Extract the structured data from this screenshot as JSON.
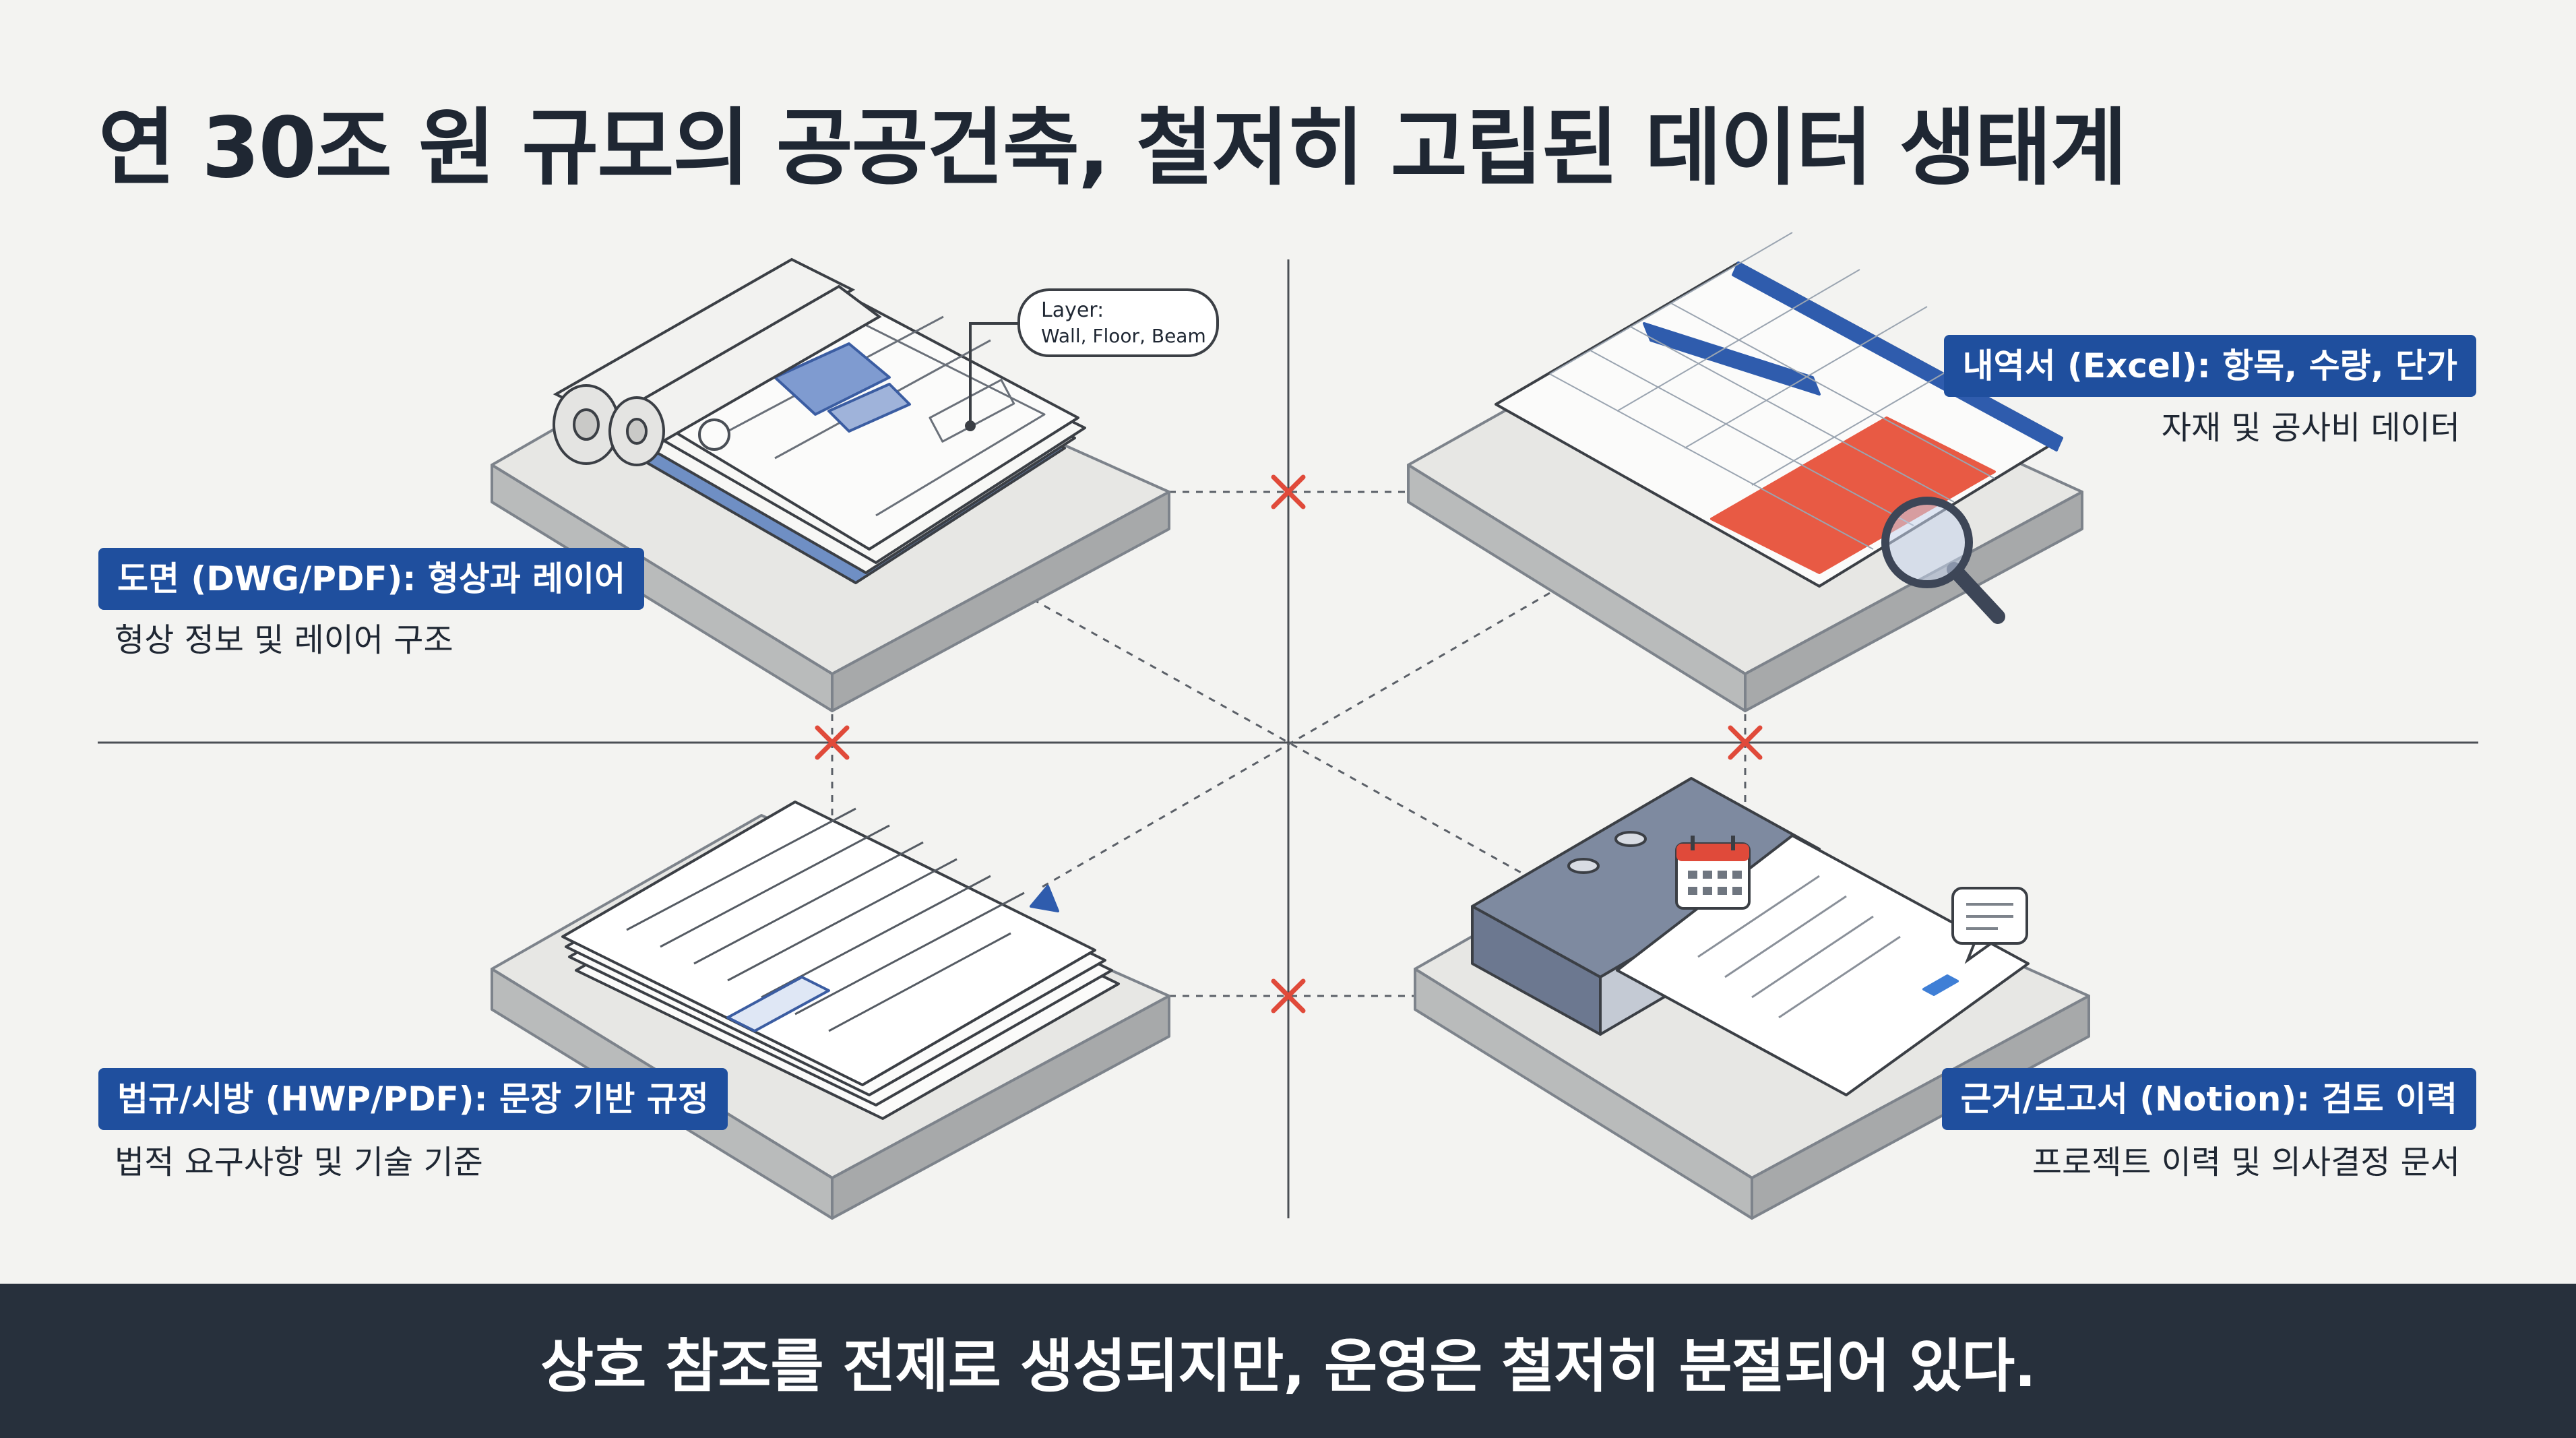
{
  "title": "연 30조 원 규모의 공공건축, 철저히 고립된 데이터 생태계",
  "callout": {
    "line1": "Layer:",
    "line2": "Wall, Floor, Beam"
  },
  "quadrants": {
    "drawing": {
      "tag": "도면 (DWG/PDF): 형상과 레이어",
      "desc": "형상 정보 및 레이어 구조"
    },
    "excel": {
      "tag": "내역서 (Excel): 항목, 수량, 단가",
      "desc": "자재 및 공사비 데이터"
    },
    "regulation": {
      "tag": "법규/시방 (HWP/PDF): 문장 기반 규정",
      "desc": "법적 요구사항 및 기술 기준"
    },
    "notion": {
      "tag": "근거/보고서 (Notion): 검토 이력",
      "desc": "프로젝트 이력 및 의사결정 문서"
    }
  },
  "footer": "상호 참조를 전제로 생성되지만, 운영은 철저히 분절되어 있다.",
  "colors": {
    "tag_bg": "#1f4f9e",
    "footer_bg": "#27303c",
    "break_mark": "#e04a3a",
    "excel_header": "#2f5cad",
    "excel_highlight": "#e85a44"
  },
  "icons": [
    "calendar-icon",
    "comment-icon",
    "magnifier-icon",
    "break-x-icon"
  ]
}
